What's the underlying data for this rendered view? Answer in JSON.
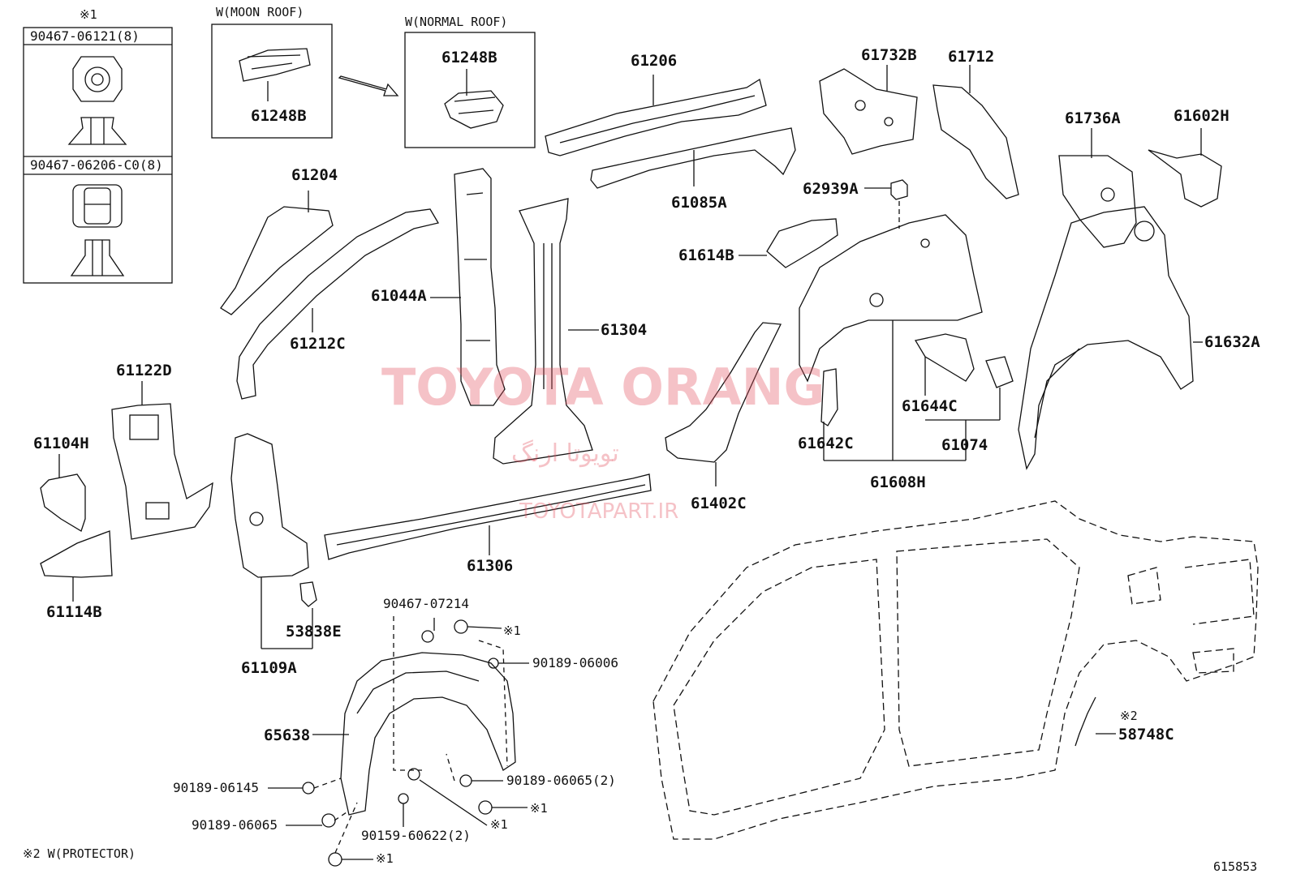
{
  "legend": {
    "note1_mark": "※1",
    "clip1": "90467-06121(8)",
    "clip2": "90467-06206-C0(8)",
    "note2": "※2 W(PROTECTOR)"
  },
  "boxes": {
    "moon_roof_title": "W(MOON ROOF)",
    "normal_roof_title": "W(NORMAL ROOF)"
  },
  "parts": [
    {
      "id": "p61248b_moon",
      "text": "61248B"
    },
    {
      "id": "p61248b_normal",
      "text": "61248B"
    },
    {
      "id": "p61206",
      "text": "61206"
    },
    {
      "id": "p61085a",
      "text": "61085A"
    },
    {
      "id": "p61732b",
      "text": "61732B"
    },
    {
      "id": "p61712",
      "text": "61712"
    },
    {
      "id": "p61736a",
      "text": "61736A"
    },
    {
      "id": "p61602h",
      "text": "61602H"
    },
    {
      "id": "p61204",
      "text": "61204"
    },
    {
      "id": "p61212c",
      "text": "61212C"
    },
    {
      "id": "p61044a",
      "text": "61044A"
    },
    {
      "id": "p61304",
      "text": "61304"
    },
    {
      "id": "p62939a",
      "text": "62939A"
    },
    {
      "id": "p61614b",
      "text": "61614B"
    },
    {
      "id": "p61632a",
      "text": "61632A"
    },
    {
      "id": "p61122d",
      "text": "61122D"
    },
    {
      "id": "p61104h",
      "text": "61104H"
    },
    {
      "id": "p61114b",
      "text": "61114B"
    },
    {
      "id": "p61644c",
      "text": "61644C"
    },
    {
      "id": "p61642c",
      "text": "61642C"
    },
    {
      "id": "p61074",
      "text": "61074"
    },
    {
      "id": "p61608h",
      "text": "61608H"
    },
    {
      "id": "p61402c",
      "text": "61402C"
    },
    {
      "id": "p61306",
      "text": "61306"
    },
    {
      "id": "p53838e",
      "text": "53838E"
    },
    {
      "id": "p61109a",
      "text": "61109A"
    },
    {
      "id": "p65638",
      "text": "65638"
    },
    {
      "id": "p58748c",
      "text": "58748C"
    },
    {
      "id": "p58748c_mark",
      "text": "※2"
    }
  ],
  "fasteners": [
    {
      "id": "f90467_07214",
      "text": "90467-07214"
    },
    {
      "id": "f_mark1a",
      "text": "※1"
    },
    {
      "id": "f90189_06006",
      "text": "90189-06006"
    },
    {
      "id": "f90189_06065_2",
      "text": "90189-06065(2)"
    },
    {
      "id": "f_mark1b",
      "text": "※1"
    },
    {
      "id": "f90189_06145",
      "text": "90189-06145"
    },
    {
      "id": "f90189_06065",
      "text": "90189-06065"
    },
    {
      "id": "f_mark1c",
      "text": "※1"
    },
    {
      "id": "f90159_60622",
      "text": "90159-60622(2)"
    },
    {
      "id": "f_mark1d",
      "text": "※1"
    }
  ],
  "watermark": {
    "main": "TOYOTA ORANG",
    "sub": "TOYOTAPART.IR",
    "arabic": "تویوتا ارنگ"
  },
  "figure_code": "615853",
  "colors": {
    "line": "#111111",
    "watermark": "#e1505f"
  }
}
